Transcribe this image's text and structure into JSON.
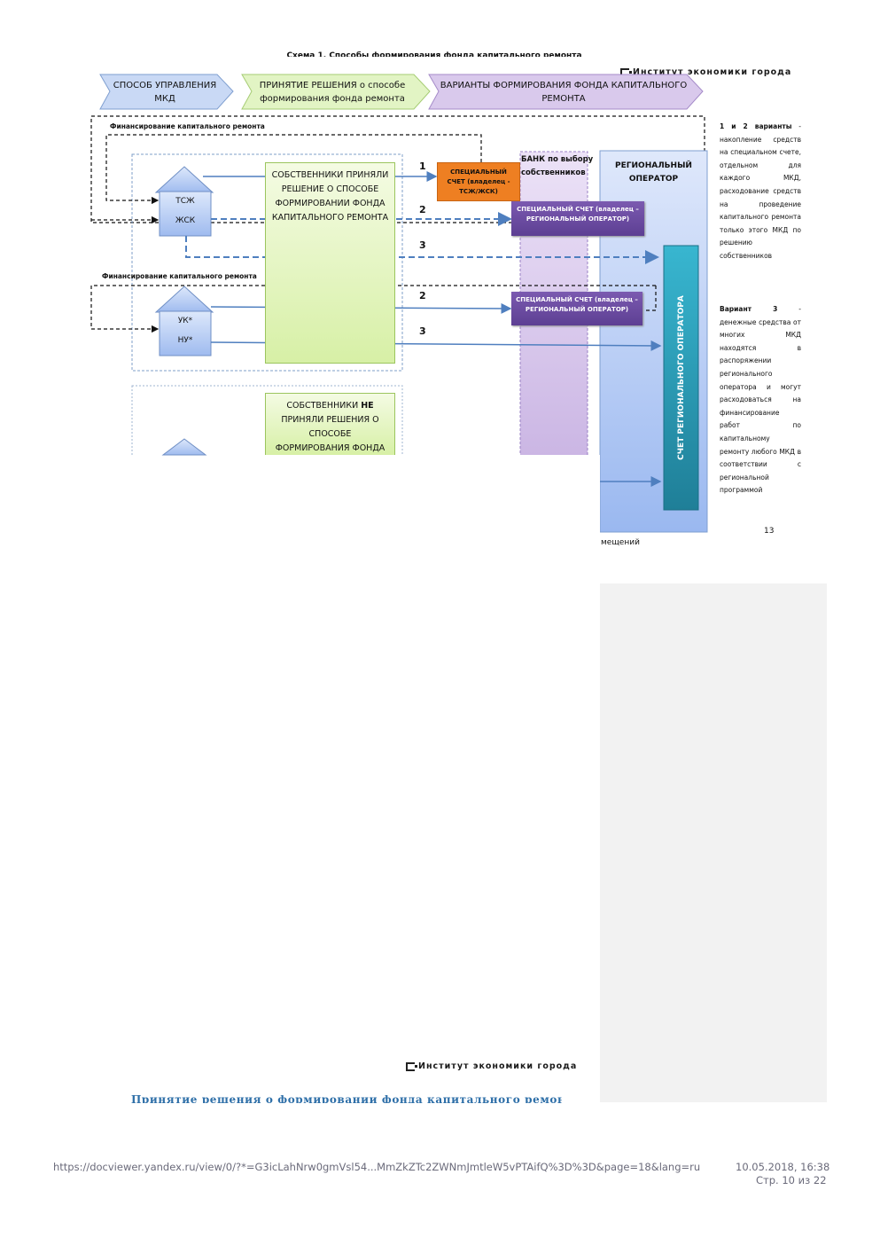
{
  "document": {
    "scheme_title": "Схема 1. Способы формирования фонда капитального ремонта",
    "logo_text": "Институт экономики города",
    "page_number": "13",
    "overflow_text": "мещений",
    "bottom_heading": "Принятие решения о формировании фонда капитального ремонта на"
  },
  "header_chevrons": [
    {
      "label": "СПОСОБ УПРАВЛЕНИЯ МКД",
      "color": "#c9d9f5"
    },
    {
      "label": "ПРИНЯТИЕ РЕШЕНИЯ о способе формирования фонда ремонта",
      "color": "#e2f4c4"
    },
    {
      "label": "ВАРИАНТЫ ФОРМИРОВАНИЯ ФОНДА КАПИТАЛЬНОГО РЕМОНТА",
      "color": "#d9c9ec"
    }
  ],
  "diagram": {
    "financing_label_1": "Финансирование капитального ремонта",
    "financing_label_2": "Финансирование капитального ремонта",
    "house_1_line1": "ТСЖ",
    "house_1_line2": "ЖСК",
    "house_2_line1": "УК*",
    "house_2_line2": "НУ*",
    "owners_decided": "СОБСТВЕННИКИ ПРИНЯЛИ РЕШЕНИЕ О СПОСОБЕ ФОРМИРОВАНИИ ФОНДА КАПИТАЛЬНОГО РЕМОНТА",
    "owners_not_decided_pre": "СОБСТВЕННИКИ ",
    "owners_not_decided_bold": "НЕ",
    "owners_not_decided_post": " ПРИНЯЛИ РЕШЕНИЯ О СПОСОБЕ ФОРМИРОВАНИЯ ФОНДА",
    "special_account_tszh": "СПЕЦИАЛЬНЫЙ СЧЕТ (владелец - ТСЖ/ЖСК)",
    "special_account_ro_1": "СПЕЦИАЛЬНЫЙ СЧЕТ (владелец – РЕГИОНАЛЬНЫЙ ОПЕРАТОР)",
    "special_account_ro_2": "СПЕЦИАЛЬНЫЙ СЧЕТ (владелец – РЕГИОНАЛЬНЫЙ ОПЕРАТОР)",
    "bank_label": "БАНК по выбору собственников",
    "regional_operator": "РЕГИОНАЛЬНЫЙ ОПЕРАТОР",
    "regional_operator_account": "СЧЕТ РЕГИОНАЛЬНОГО ОПЕРАТОРА",
    "numbers": [
      "1",
      "2",
      "3",
      "2",
      "3"
    ]
  },
  "sidebar": {
    "variants_12_bold": "1 и 2 варианты",
    "variants_12_text": " - накопление средств на специальном счете, отдельном для каждого МКД, расходование средств на проведение капитального ремонта только этого МКД по решению собственников",
    "variant_3_bold": "Вариант 3",
    "variant_3_text": " - денежные средства от многих МКД находятся в распоряжении регионального оператора и могут расходоваться на финансирование работ по капитальному ремонту любого МКД в соответствии с региональной программой"
  },
  "browser_footer": {
    "url": "https://docviewer.yandex.ru/view/0/?*=G3icLahNrw0gmVsl54...MmZkZTc2ZWNmJmtleW5vPTAifQ%3D%3D&page=18&lang=ru",
    "datetime": "10.05.2018, 16:38",
    "page_counter": "Стр. 10 из 22"
  },
  "colors": {
    "arrow_blue": "#4f7fbf",
    "regional_blue": "#a9c4f2",
    "teal": "#2b98b4",
    "orange": "#ee7f22",
    "purple": "#6a4aa3",
    "grey_panel": "#f2f2f2"
  }
}
